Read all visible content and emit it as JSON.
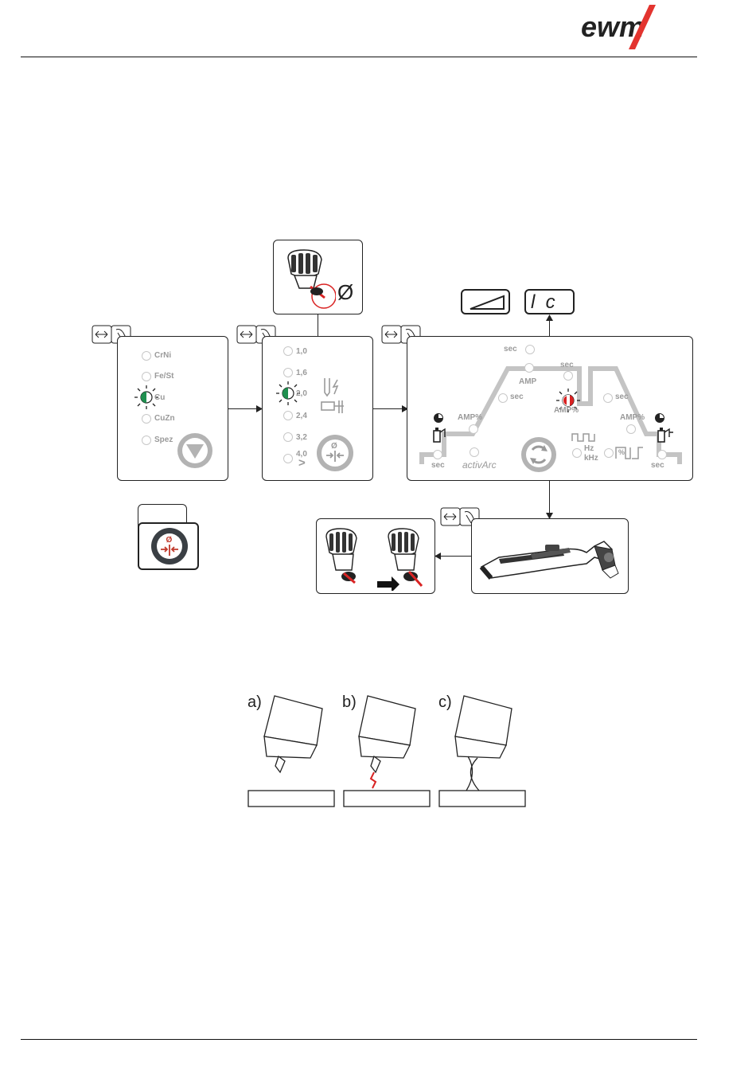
{
  "header": {
    "brand": "ewm"
  },
  "material_panel": {
    "items": [
      "CrNi",
      "Fe/St",
      "Cu",
      "CuZn",
      "Spez"
    ],
    "selected": "Cu",
    "button_icon": "down-triangle-icon"
  },
  "diameter_panel": {
    "items": [
      "1,0",
      "1,6",
      "2,0",
      "2,4",
      "3,2",
      "4,0"
    ],
    "selected": "2,0",
    "more_symbol": ">",
    "button_icon": "diameter-button-icon"
  },
  "torch_callout": {
    "symbol": "Ø"
  },
  "display": {
    "left_icon": "slope-triangle-icon",
    "right_text": "l  c"
  },
  "sequence_panel": {
    "labels": {
      "sec_top": "sec",
      "sec_upslope": "sec",
      "amp_main": "AMP",
      "sec_main": "sec",
      "amp_pct_mid": "AMP%",
      "sec_downslope": "sec",
      "amp_pct_left": "AMP%",
      "amp_pct_right": "AMP%",
      "sec_left": "sec",
      "sec_right": "sec",
      "activarc": "activArc",
      "hz": "Hz",
      "khz": "kHz",
      "pct": "%"
    },
    "selected": "AMP%"
  },
  "sketch": {
    "labels": [
      "a)",
      "b)",
      "c)"
    ]
  },
  "colors": {
    "green_led": "#1f8f4f",
    "red_led": "#d92323",
    "accent_red": "#c0392b",
    "gray_text": "#9a9a9a",
    "dark_button": "#3a3f44"
  }
}
